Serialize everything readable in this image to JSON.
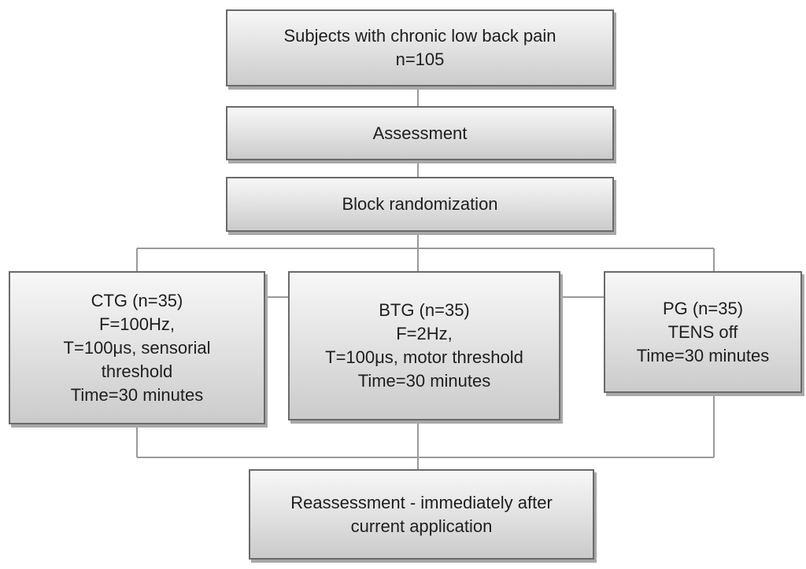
{
  "flowchart": {
    "subjects": {
      "line1": "Subjects with chronic low back pain",
      "line2": "n=105"
    },
    "assessment": {
      "label": "Assessment"
    },
    "randomization": {
      "label": "Block randomization"
    },
    "ctg": {
      "line1": "CTG (n=35)",
      "line2": "F=100Hz,",
      "line3": "T=100μs, sensorial",
      "line4": "threshold",
      "line5": "Time=30 minutes"
    },
    "btg": {
      "line1": "BTG (n=35)",
      "line2": "F=2Hz,",
      "line3": "T=100μs, motor threshold",
      "line4": "Time=30 minutes"
    },
    "pg": {
      "line1": "PG (n=35)",
      "line2": "TENS off",
      "line3": "Time=30 minutes"
    },
    "reassessment": {
      "line1": "Reassessment - immediately after",
      "line2": "current application"
    }
  }
}
